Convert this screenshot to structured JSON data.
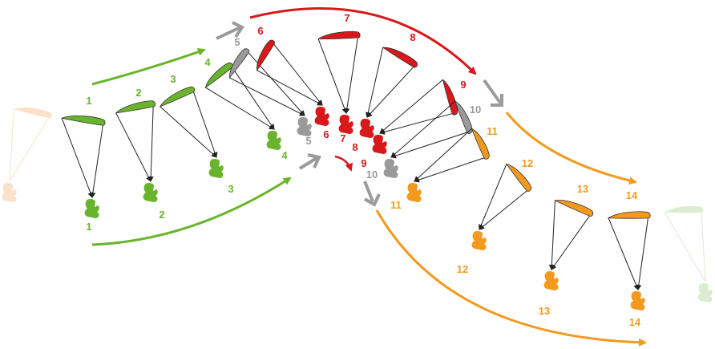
{
  "colors": {
    "green": "#6ab42d",
    "gray": "#9a9a9a",
    "red": "#d7191c",
    "orange": "#f39a1e",
    "faded_orange": "#f7c9a0",
    "faded_green": "#c6e0b2",
    "line": "#222222"
  },
  "icons": {
    "wing": "paraglider-wing-icon",
    "pilot": "pilot-icon",
    "arrow": "direction-arrow-icon"
  },
  "sequence": [
    {
      "step": "",
      "phase": "faded_orange"
    },
    {
      "step": "1",
      "phase": "green"
    },
    {
      "step": "2",
      "phase": "green"
    },
    {
      "step": "3",
      "phase": "green"
    },
    {
      "step": "4",
      "phase": "green"
    },
    {
      "step": "5",
      "phase": "gray"
    },
    {
      "step": "6",
      "phase": "red"
    },
    {
      "step": "7",
      "phase": "red"
    },
    {
      "step": "8",
      "phase": "red"
    },
    {
      "step": "9",
      "phase": "red"
    },
    {
      "step": "10",
      "phase": "gray"
    },
    {
      "step": "11",
      "phase": "orange"
    },
    {
      "step": "12",
      "phase": "orange"
    },
    {
      "step": "13",
      "phase": "orange"
    },
    {
      "step": "14",
      "phase": "orange"
    },
    {
      "step": "",
      "phase": "faded_green"
    }
  ]
}
